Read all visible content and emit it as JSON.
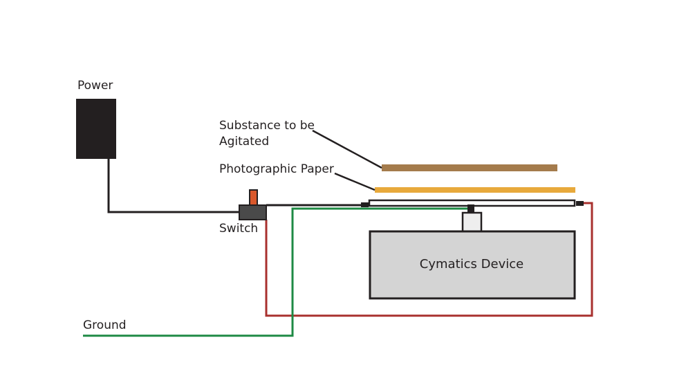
{
  "labels": {
    "power": "Power",
    "substance_line1": "Substance to be",
    "substance_line2": "Agitated",
    "photo_paper": "Photographic Paper",
    "switch": "Switch",
    "cymatics_device": "Cymatics Device",
    "ground": "Ground"
  },
  "colors": {
    "black": "#231f20",
    "ground_wire": "#1e8a44",
    "red_wire": "#a8302e",
    "switch_toggle": "#d9582b",
    "substance": "#a47b4c",
    "photo_paper": "#e8a93b",
    "device_fill": "#d4d4d4",
    "post_fill": "#eeeeee"
  }
}
